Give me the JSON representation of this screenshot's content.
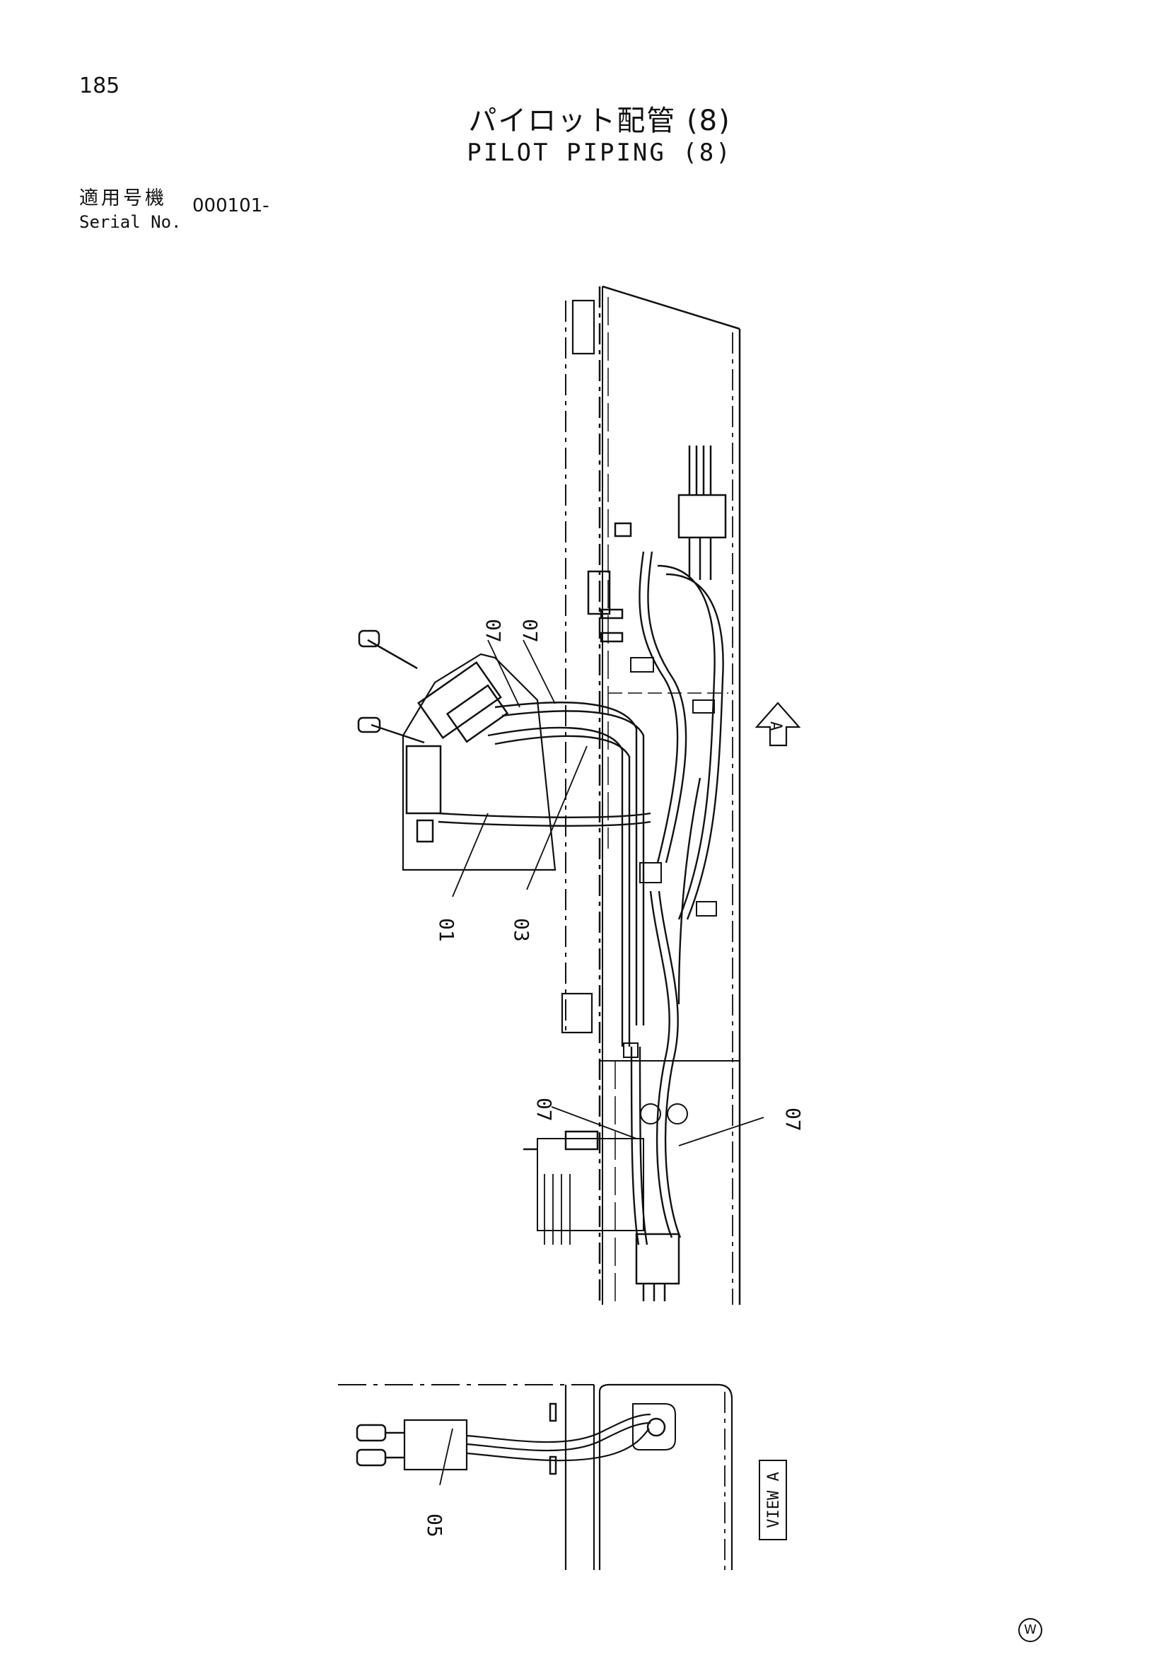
{
  "page": {
    "number": "185"
  },
  "title": {
    "japanese": "パイロット配管 (8)",
    "english": "PILOT PIPING (8)"
  },
  "serial": {
    "label_jp": "適用号機",
    "label_en": "Serial No.",
    "value": "000101-"
  },
  "callouts": {
    "c01": "01",
    "c03": "03",
    "c05": "05",
    "c07a": "07",
    "c07b": "07",
    "c07c": "07",
    "c07d": "07"
  },
  "view": {
    "arrow_label": "A",
    "view_label": "VIEW A"
  },
  "mark": {
    "symbol": "W"
  }
}
